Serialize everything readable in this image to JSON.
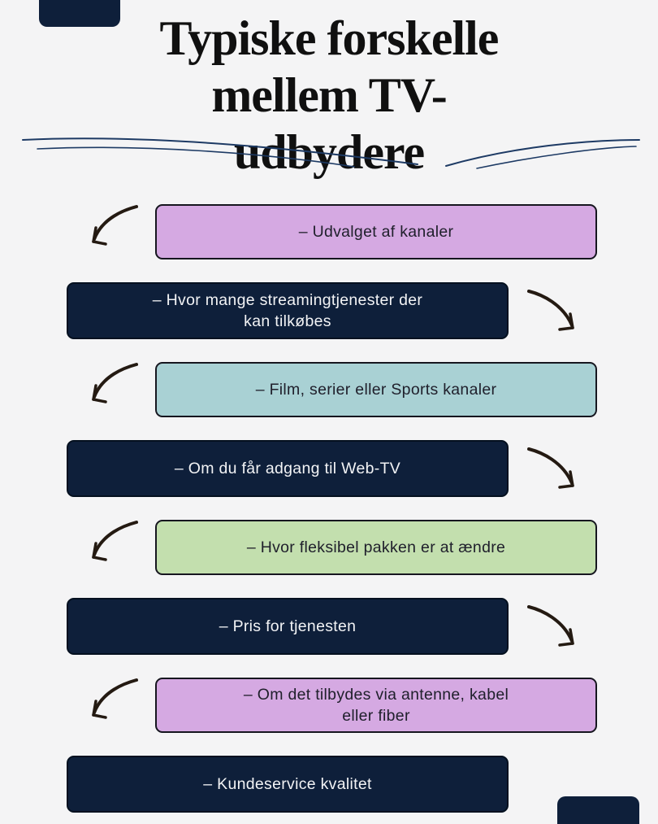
{
  "title": {
    "text": "Typiske forskelle\nmellem TV-\nudbydere"
  },
  "items": [
    {
      "label": "– Udvalget af kanaler",
      "color": "purple",
      "align": "right",
      "arrow": "left"
    },
    {
      "label": "– Hvor mange streamingtjenester der\nkan tilkøbes",
      "color": "navy",
      "align": "left",
      "arrow": "right"
    },
    {
      "label": "– Film, serier eller Sports kanaler",
      "color": "teal",
      "align": "right",
      "arrow": "left"
    },
    {
      "label": "– Om du får adgang til Web-TV",
      "color": "navy",
      "align": "left",
      "arrow": "right"
    },
    {
      "label": "– Hvor fleksibel pakken er at ændre",
      "color": "green",
      "align": "right",
      "arrow": "left"
    },
    {
      "label": "– Pris for tjenesten",
      "color": "navy",
      "align": "left",
      "arrow": "right"
    },
    {
      "label": "– Om det tilbydes via antenne, kabel\neller fiber",
      "color": "purple",
      "align": "right",
      "arrow": "left"
    },
    {
      "label": "– Kundeservice kvalitet",
      "color": "navy",
      "align": "left",
      "arrow": "none"
    }
  ],
  "icons": {
    "left_arrow": "curved-arrow-down-left-icon",
    "right_arrow": "curved-arrow-down-right-icon"
  },
  "colors": {
    "background": "#f4f4f5",
    "navy": "#0e1f3a",
    "purple": "#d5a9e2",
    "teal": "#a9d1d4",
    "green": "#c3dfae",
    "box_border": "#16161f",
    "light_text": "#20202c",
    "navy_text": "#f2f3f5",
    "arrow": "#241a12",
    "flourish": "#1d3a64",
    "title_text": "#101010"
  }
}
